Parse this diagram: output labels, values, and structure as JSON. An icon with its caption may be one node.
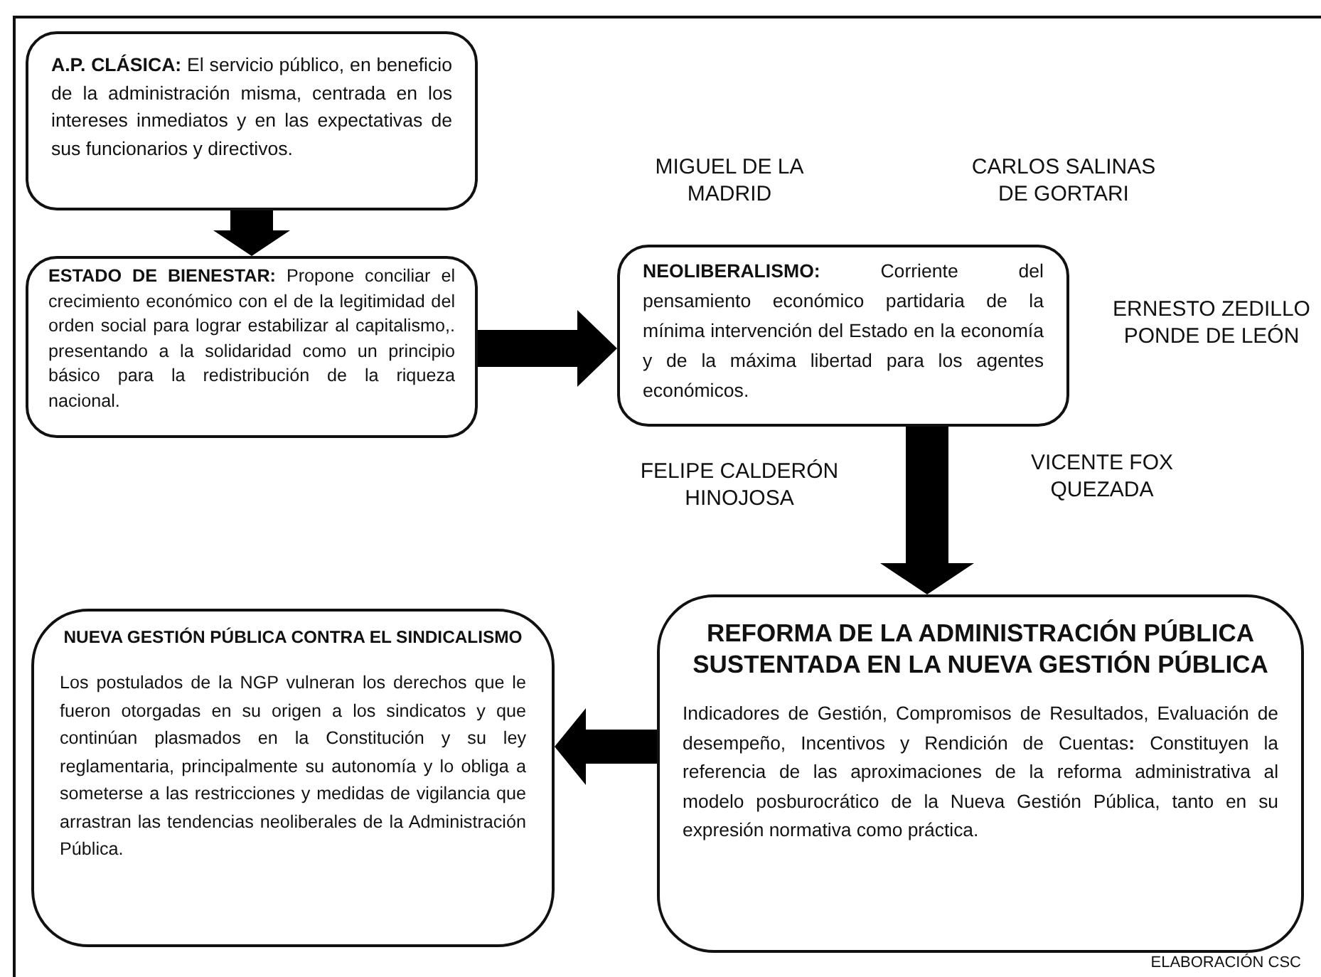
{
  "diagram": {
    "nodes": [
      {
        "text": [
          "**A.P. CLÁSICA:**  El servicio público, en beneficio de la administración misma, centrada en los intereses inmediatos y en las expectativas de sus funcionarios y directivos."
        ]
      },
      {
        "text": [
          "**ESTADO DE BIENESTAR:** Propone conciliar el crecimiento económico con el de la legitimidad del orden social para lograr estabilizar al capitalismo,. presentando a la solidaridad como un principio básico para la redistribución de la riqueza nacional."
        ]
      },
      {
        "text": [
          "**NEOLIBERALISMO:**  Corriente del pensamiento económico partidaria de la mínima intervención del Estado en la economía y de la máxima libertad para los agentes económicos."
        ]
      },
      {
        "text": [
          "REFORMA DE LA  ADMINISTRACIÓN PÚBLICA  SUSTENTADA EN LA NUEVA GESTIÓN PÚBLICA",
          "Indicadores de Gestión, Compromisos de Resultados, Evaluación de desempeño, Incentivos y Rendición de Cuentas**:** Constituyen la referencia de las aproximaciones de la reforma administrativa al modelo posburocrático de la Nueva Gestión Pública, tanto en su expresión normativa como práctica."
        ]
      },
      {
        "text": [
          "NUEVA GESTIÓN PÚBLICA CONTRA EL SINDICALISMO",
          "Los postulados de la NGP vulneran los derechos que le fueron otorgadas en su origen a los sindicatos y que continúan plasmados en la Constitución y su ley reglamentaria, principalmente su autonomía y lo obliga a someterse a las restricciones y medidas de vigilancia que arrastran las tendencias neoliberales de la Administración Pública."
        ]
      }
    ],
    "edges": [
      {
        "from": 0,
        "to": 1,
        "arrow": "to",
        "style": "thick"
      },
      {
        "from": 1,
        "to": 2,
        "arrow": "to",
        "style": "thick"
      },
      {
        "from": 2,
        "to": 3,
        "arrow": "to",
        "style": "thick"
      },
      {
        "from": 3,
        "to": 4,
        "arrow": "to",
        "style": "thick"
      }
    ],
    "labels": [
      "MIGUEL DE LA MADRID",
      "CARLOS SALINAS DE GORTARI",
      "ERNESTO ZEDILLO PONDE DE LEÓN",
      "FELIPE CALDERÓN HINOJOSA",
      "VICENTE FOX QUEZADA",
      "ELABORACIÓN CSC"
    ]
  }
}
